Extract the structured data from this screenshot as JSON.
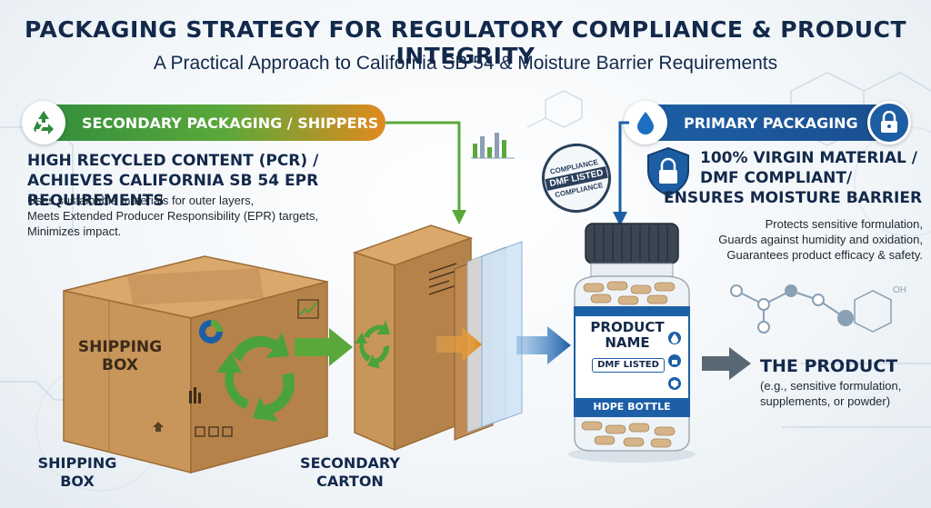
{
  "header": {
    "title": "PACKAGING STRATEGY FOR REGULATORY COMPLIANCE & PRODUCT INTEGRITY",
    "subtitle": "A Practical Approach to California SB 54 & Moisture Barrier Requirements"
  },
  "secondary": {
    "banner": "SECONDARY PACKAGING / SHIPPERS",
    "heading_line1": "HIGH RECYCLED CONTENT (PCR) /",
    "heading_line2": "ACHIEVES CALIFORNIA SB 54 EPR REQUIREMENTS",
    "bullets": [
      "Uses sustainable materials for outer layers,",
      "Meets Extended Producer Responsibility (EPR) targets,",
      "Minimizes impact."
    ]
  },
  "primary": {
    "banner": "PRIMARY PACKAGING",
    "heading_line1": "100% VIRGIN MATERIAL /",
    "heading_line2": "DMF COMPLIANT/",
    "heading_line3": "ENSURES MOISTURE BARRIER",
    "bullets": [
      "Protects sensitive formulation,",
      "Guards against humidity and oxidation,",
      "Guarantees product efficacy & safety."
    ]
  },
  "stamp": {
    "top": "COMPLIANCE",
    "middle": "DMF LISTED",
    "bottom": "COMPLIANCE"
  },
  "box": {
    "side_text_line1": "SHIPPING",
    "side_text_line2": "BOX",
    "caption_line1": "SHIPPING",
    "caption_line2": "BOX"
  },
  "carton": {
    "caption_line1": "SECONDARY",
    "caption_line2": "CARTON"
  },
  "bottle": {
    "name_line1": "PRODUCT",
    "name_line2": "NAME",
    "badge": "DMF LISTED",
    "type": "HDPE BOTTLE"
  },
  "product": {
    "title": "THE PRODUCT",
    "desc_line1": "(e.g., sensitive formulation,",
    "desc_line2": "supplements, or powder)"
  },
  "icons": [
    "recycle-icon",
    "droplet-icon",
    "lock-icon",
    "shield-lock-icon",
    "arrow-icon"
  ],
  "colors": {
    "navy": "#13294b",
    "green": "#2e8b3d",
    "orange": "#e08a1e",
    "blue": "#1c5fa6",
    "cardboard": "#c8955a"
  }
}
